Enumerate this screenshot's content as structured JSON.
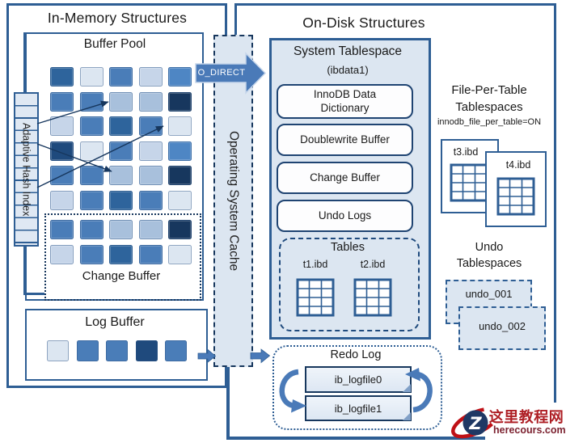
{
  "titles": {
    "in_memory": "In-Memory Structures",
    "on_disk": "On-Disk Structures"
  },
  "in_memory": {
    "buffer_pool": {
      "title": "Buffer Pool",
      "grid": [
        [
          "cell_darkmed",
          "cell_vlight",
          "cell_med",
          "cell_light",
          "cell_bright"
        ],
        [
          "cell_med",
          "cell_med",
          "cell_lightmed",
          "cell_lightmed",
          "cell_navy"
        ],
        [
          "cell_light",
          "cell_med",
          "cell_darkmed",
          "cell_med",
          "cell_vlight"
        ],
        [
          "cell_dark",
          "cell_vlight",
          "cell_med",
          "cell_light",
          "cell_bright"
        ],
        [
          "cell_med",
          "cell_med",
          "cell_lightmed",
          "cell_lightmed",
          "cell_navy"
        ],
        [
          "cell_light",
          "cell_med",
          "cell_darkmed",
          "cell_med",
          "cell_vlight"
        ]
      ]
    },
    "adaptive_hash_index": {
      "label": "Adaptive Hash Index"
    },
    "change_buffer": {
      "title": "Change Buffer",
      "grid": [
        [
          "cell_med",
          "cell_med",
          "cell_lightmed",
          "cell_lightmed",
          "cell_navy"
        ],
        [
          "cell_light",
          "cell_med",
          "cell_darkmed",
          "cell_med",
          "cell_vlight"
        ]
      ]
    },
    "log_buffer": {
      "title": "Log Buffer",
      "grid": [
        [
          "cell_vlight",
          "cell_med",
          "cell_med",
          "cell_dark",
          "cell_med"
        ]
      ]
    }
  },
  "os_cache": {
    "label": "Operating System Cache",
    "o_direct_label": "O_DIRECT"
  },
  "on_disk": {
    "system_tablespace": {
      "title": "System Tablespace",
      "subtitle": "(ibdata1)",
      "sections": [
        "InnoDB Data Dictionary",
        "Doublewrite Buffer",
        "Change Buffer",
        "Undo Logs"
      ],
      "tables": {
        "title": "Tables",
        "files": [
          "t1.ibd",
          "t2.ibd"
        ]
      }
    },
    "file_per_table": {
      "line1": "File-Per-Table",
      "line2": "Tablespaces",
      "subtitle": "innodb_file_per_table=ON",
      "files": [
        "t3.ibd",
        "t4.ibd"
      ]
    },
    "undo_tablespaces": {
      "line1": "Undo",
      "line2": "Tablespaces",
      "files": [
        "undo_001",
        "undo_002"
      ]
    },
    "redo_log": {
      "title": "Redo Log",
      "files": [
        "ib_logfile0",
        "ib_logfile1"
      ]
    }
  },
  "watermark": {
    "logo_letter": "Z",
    "site_name": "这里教程网",
    "site_url": "herecours.com"
  },
  "palette": {
    "border": "#2e5e94",
    "border_dark": "#17375d",
    "panel_fill": "#dce6f1",
    "arrow_blue": "#4a7ab8",
    "cell_navy": "#17375e",
    "cell_dark": "#1f4a7d",
    "cell_darkmed": "#2e649c",
    "cell_med": "#4a7db8",
    "cell_bright": "#4e86c4",
    "cell_lightmed": "#a8c0dc",
    "cell_light": "#c6d5e9",
    "cell_vlight": "#dce6f1",
    "watermark_red": "#ae1e24",
    "watermark_navy": "#1f3864"
  }
}
